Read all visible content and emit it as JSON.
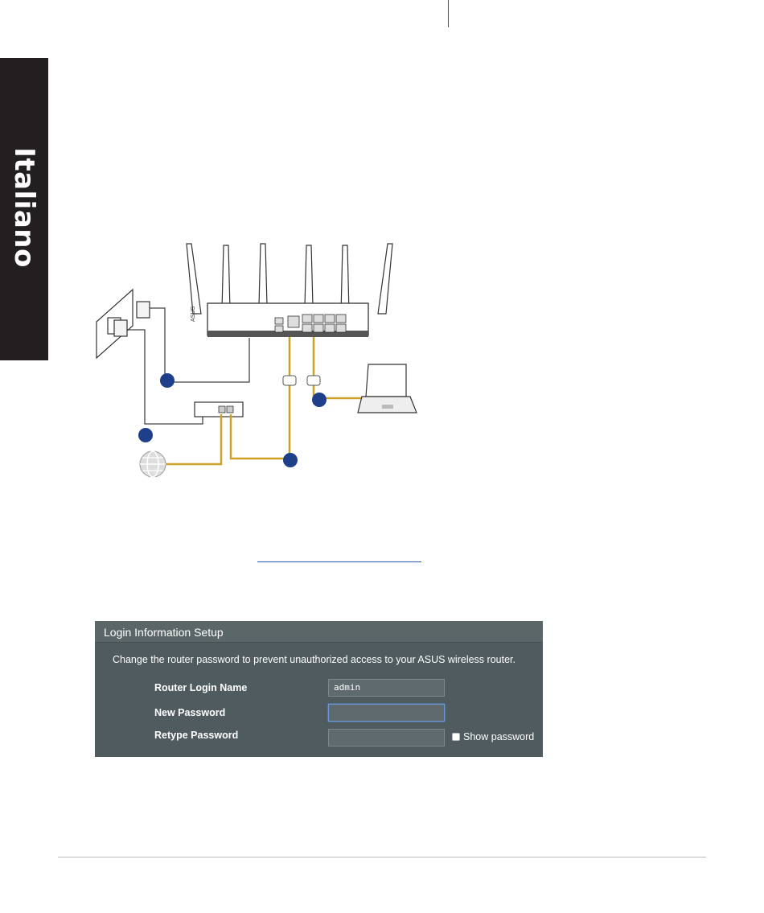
{
  "side_tab": {
    "label": "Italiano"
  },
  "diagram": {
    "router_brand": "ASUS"
  },
  "login_setup": {
    "title": "Login Information Setup",
    "description": "Change the router password to prevent unauthorized access to your ASUS wireless router.",
    "fields": [
      {
        "label": "Router Login Name",
        "value": "admin",
        "placeholder": ""
      },
      {
        "label": "New Password",
        "value": "",
        "placeholder": ""
      },
      {
        "label": "Retype Password",
        "value": "",
        "placeholder": ""
      }
    ],
    "show_password_label": "Show password"
  },
  "colors": {
    "panel_bg": "#4f5b5e",
    "cable_yellow": "#c9a227",
    "marker_blue": "#1e3f8a",
    "side_tab_bg": "#231f20"
  }
}
